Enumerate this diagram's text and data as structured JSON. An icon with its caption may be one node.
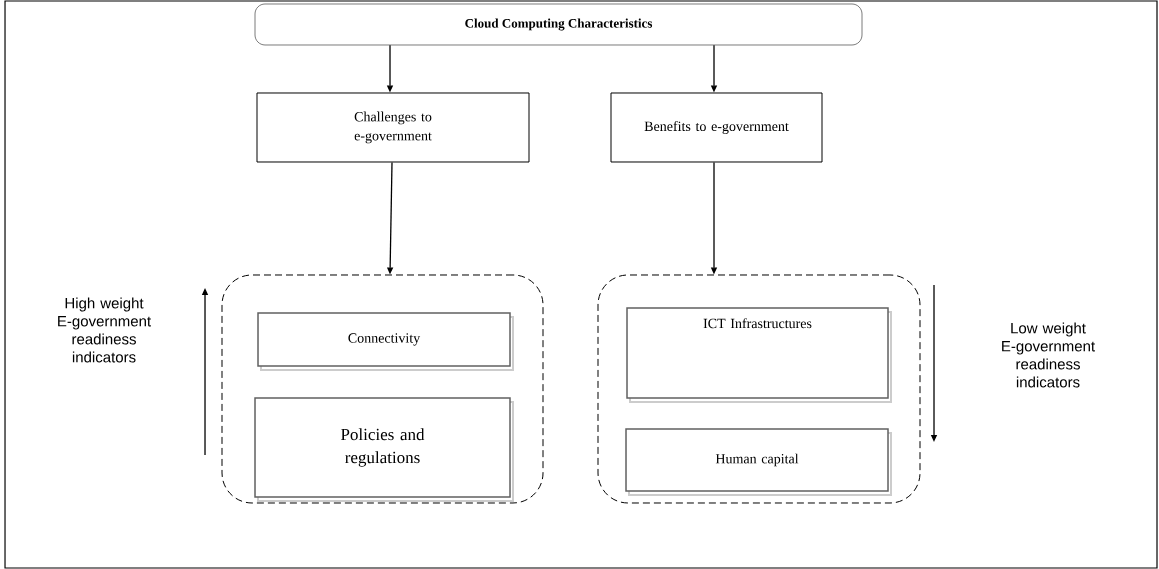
{
  "diagram": {
    "nodes": [
      {
        "text": [
          "Cloud Computing Characteristics"
        ]
      },
      {
        "text": [
          "Challenges to e-government"
        ]
      },
      {
        "text": [
          "Benefits to e-government"
        ]
      },
      {
        "text": [],
        "shape": "box"
      },
      {
        "text": [
          "Connectivity"
        ],
        "in": 3
      },
      {
        "text": [
          "Policies and regulations"
        ],
        "in": 3
      },
      {
        "text": [],
        "shape": "box"
      },
      {
        "text": [
          "ICT Infrastructures"
        ],
        "in": 6
      },
      {
        "text": [
          "Human capital"
        ],
        "in": 6
      }
    ],
    "edges": [
      {
        "from": 0,
        "to": 1,
        "arrow": "to"
      },
      {
        "from": 0,
        "to": 2,
        "arrow": "to"
      },
      {
        "from": 1,
        "to": 3,
        "arrow": "to"
      },
      {
        "from": 2,
        "to": 6,
        "arrow": "to"
      }
    ],
    "labels": [
      "High weight E-government readiness indicators",
      "Low weight E-government readiness indicators"
    ]
  }
}
